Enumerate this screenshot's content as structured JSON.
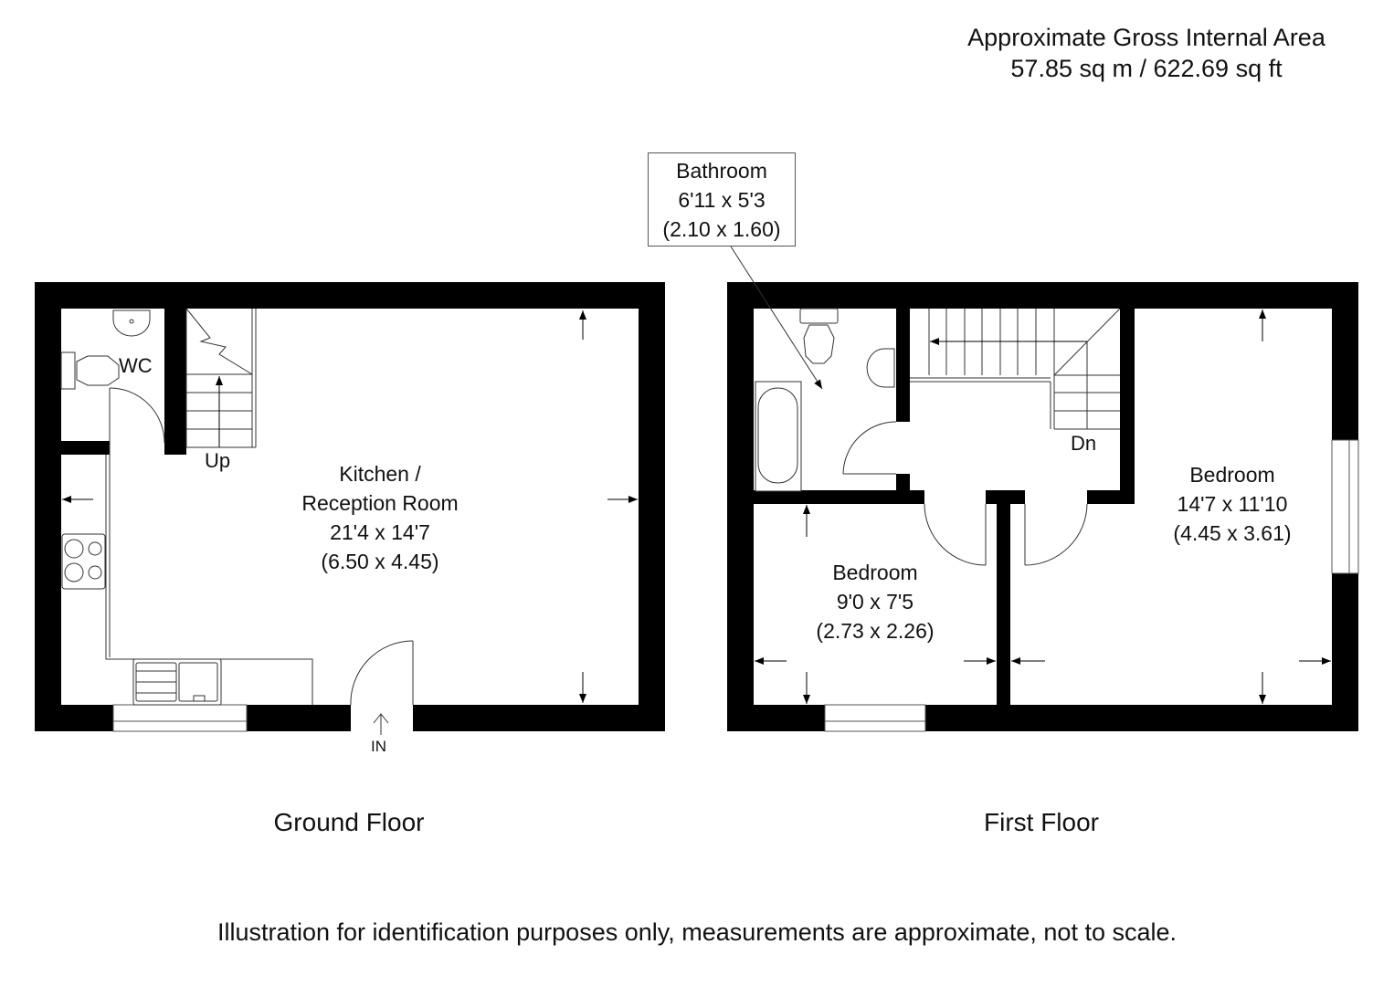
{
  "area": {
    "title": "Approximate Gross Internal Area",
    "value": "57.85 sq m / 622.69 sq ft"
  },
  "ground_floor": {
    "label": "Ground Floor",
    "wc_label": "WC",
    "stairs_label": "Up",
    "entrance_label": "IN",
    "rooms": [
      {
        "name": "Kitchen /",
        "name2": "Reception Room",
        "imperial": "21'4 x 14'7",
        "metric": "(6.50 x 4.45)"
      }
    ]
  },
  "first_floor": {
    "label": "First Floor",
    "stairs_label": "Dn",
    "rooms": [
      {
        "name": "Bathroom",
        "imperial": "6'11 x 5'3",
        "metric": "(2.10 x 1.60)"
      },
      {
        "name": "Bedroom",
        "imperial": "9'0 x 7'5",
        "metric": "(2.73 x 2.26)"
      },
      {
        "name": "Bedroom",
        "imperial": "14'7 x 11'10",
        "metric": "(4.45 x 3.61)"
      }
    ]
  },
  "disclaimer": "Illustration for identification purposes only, measurements are approximate, not to scale.",
  "colors": {
    "wall": "#000000",
    "line": "#333333",
    "background": "#ffffff"
  }
}
